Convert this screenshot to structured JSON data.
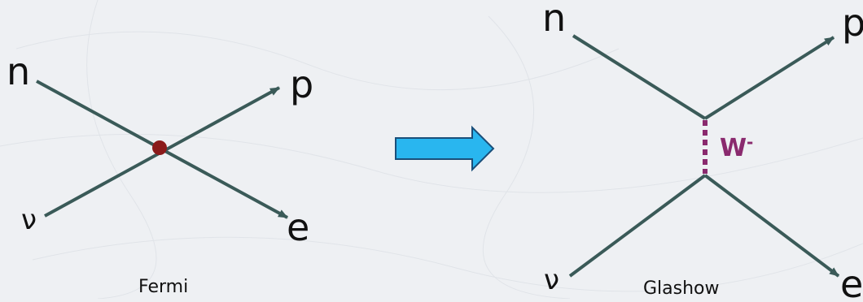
{
  "colors": {
    "background": "#eef0f3",
    "line": "#3a5a58",
    "vertex": "#8b1a1a",
    "boson": "#8a2a6e",
    "arrow_fill": "#29b6ef",
    "arrow_stroke": "#1a4f7a",
    "text": "#111111"
  },
  "fermi": {
    "label_n": "n",
    "label_p": "p",
    "label_nu": "ν",
    "label_e": "e",
    "caption": "Fermi"
  },
  "transition_arrow": {
    "icon": "right-arrow-icon"
  },
  "glashow": {
    "label_n": "n",
    "label_p": "p",
    "label_nu": "ν",
    "label_e": "e",
    "boson_label": "W",
    "boson_charge": "-",
    "caption": "Glashow"
  }
}
